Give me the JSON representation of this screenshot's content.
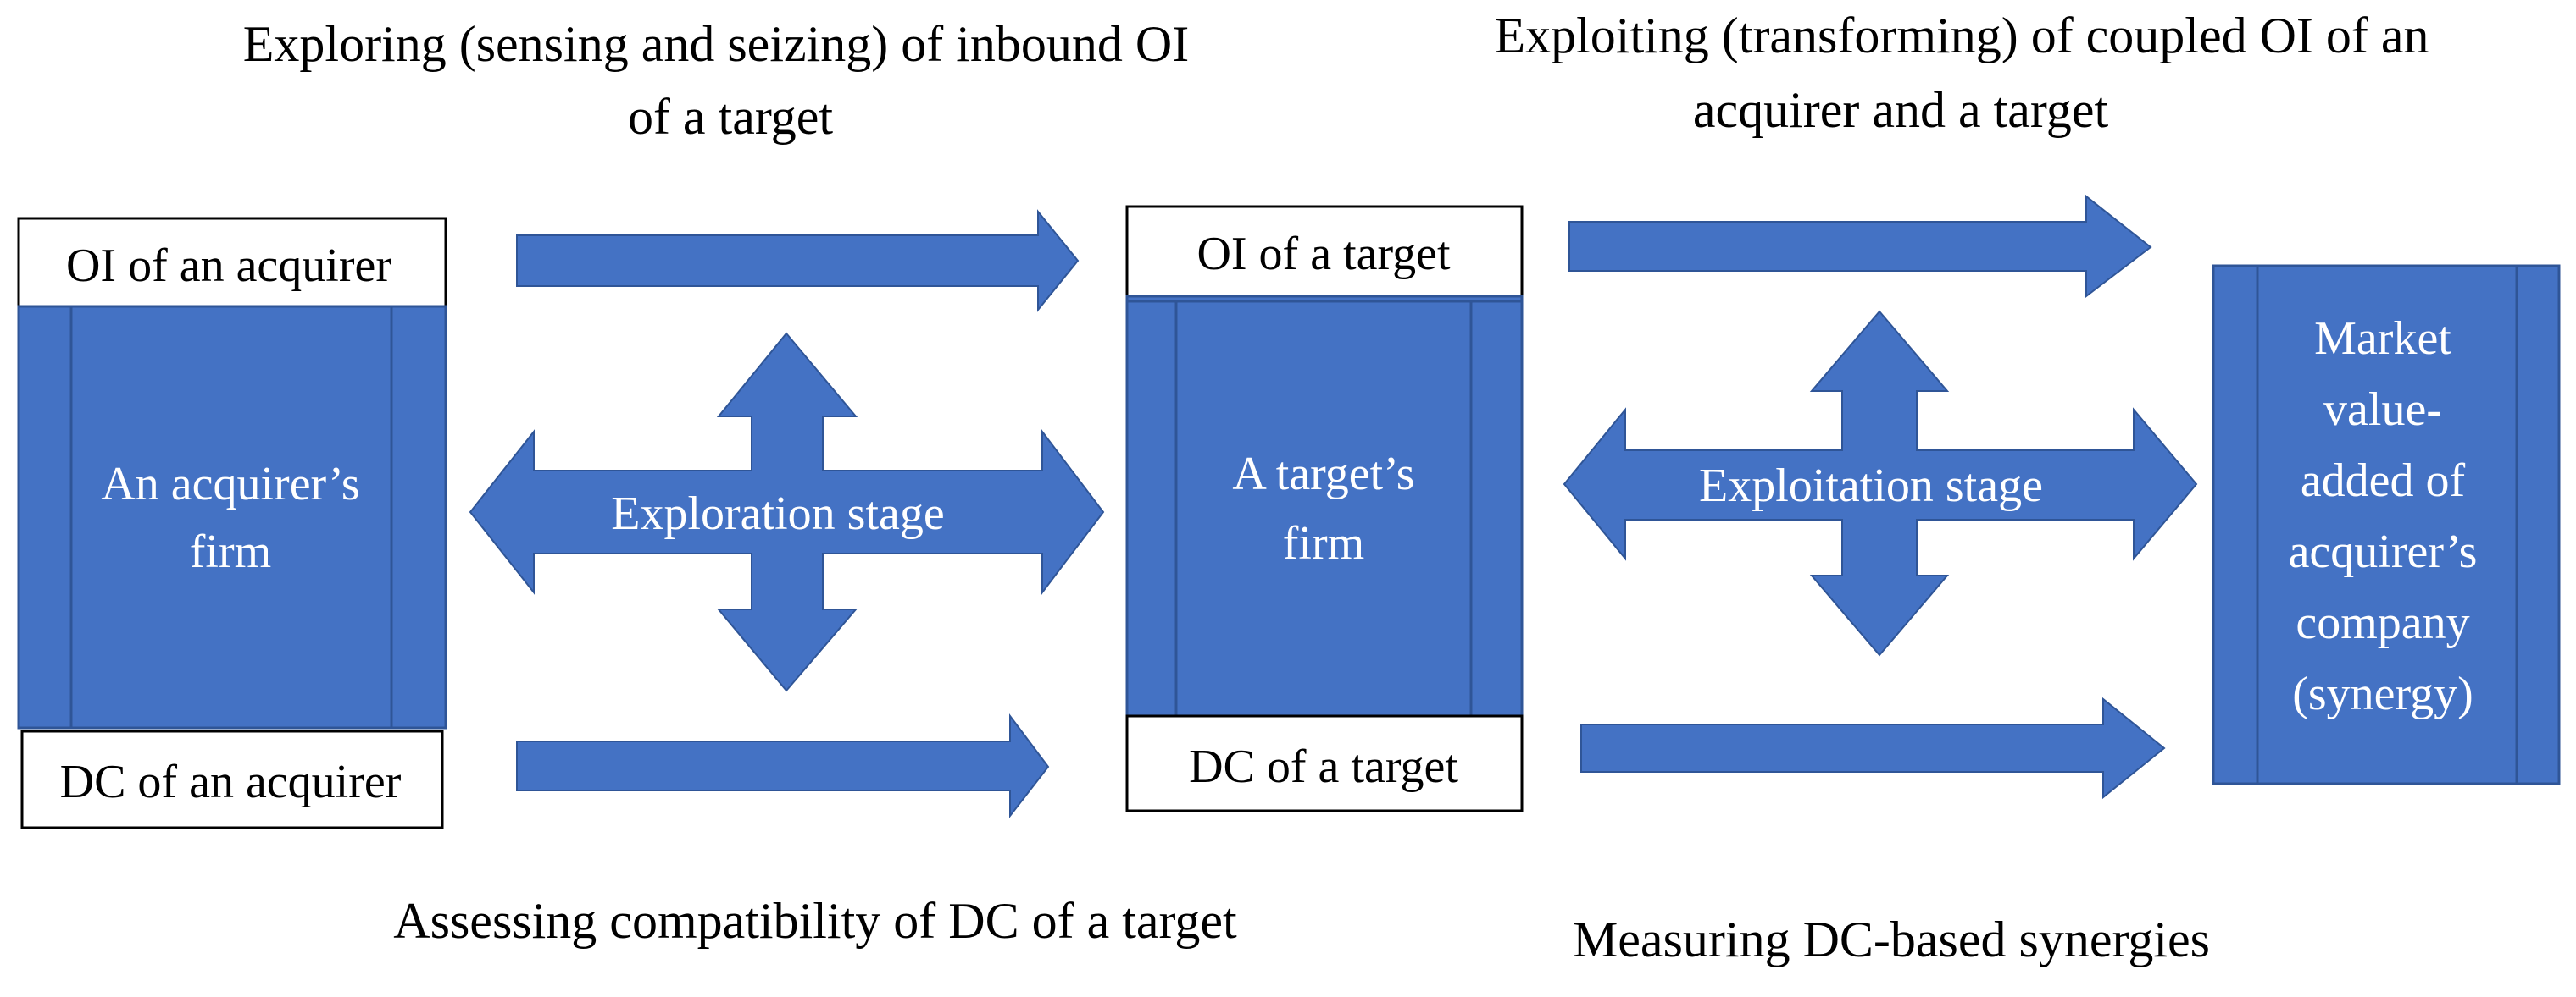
{
  "colors": {
    "fill": "#4472C4",
    "stroke": "#2F5597",
    "text_on_fill": "#FFFFFF",
    "text": "#000000",
    "box_border": "#000000",
    "background": "#FFFFFF"
  },
  "captions": {
    "explore_line1": "Exploring  (sensing and seizing) of inbound OI",
    "explore_line2": "of a target",
    "exploit_line1": "Exploiting (transforming) of coupled OI of an",
    "exploit_line2": "acquirer and a target",
    "assess": "Assessing compatibility of DC of a target",
    "measure": "Measuring DC-based synergies"
  },
  "acquirer": {
    "oi_label": "OI of an acquirer",
    "firm_line1": "An acquirer’s",
    "firm_line2": "firm",
    "dc_label": "DC of an acquirer"
  },
  "target": {
    "oi_label": "OI of a target",
    "firm_line1": "A target’s",
    "firm_line2": "firm",
    "dc_label": "DC of a target"
  },
  "stages": {
    "exploration": "Exploration stage",
    "exploitation": "Exploitation stage"
  },
  "market": {
    "lines": [
      "Market",
      "value-",
      "added of",
      "acquirer’s",
      "company",
      "(synergy)"
    ]
  }
}
